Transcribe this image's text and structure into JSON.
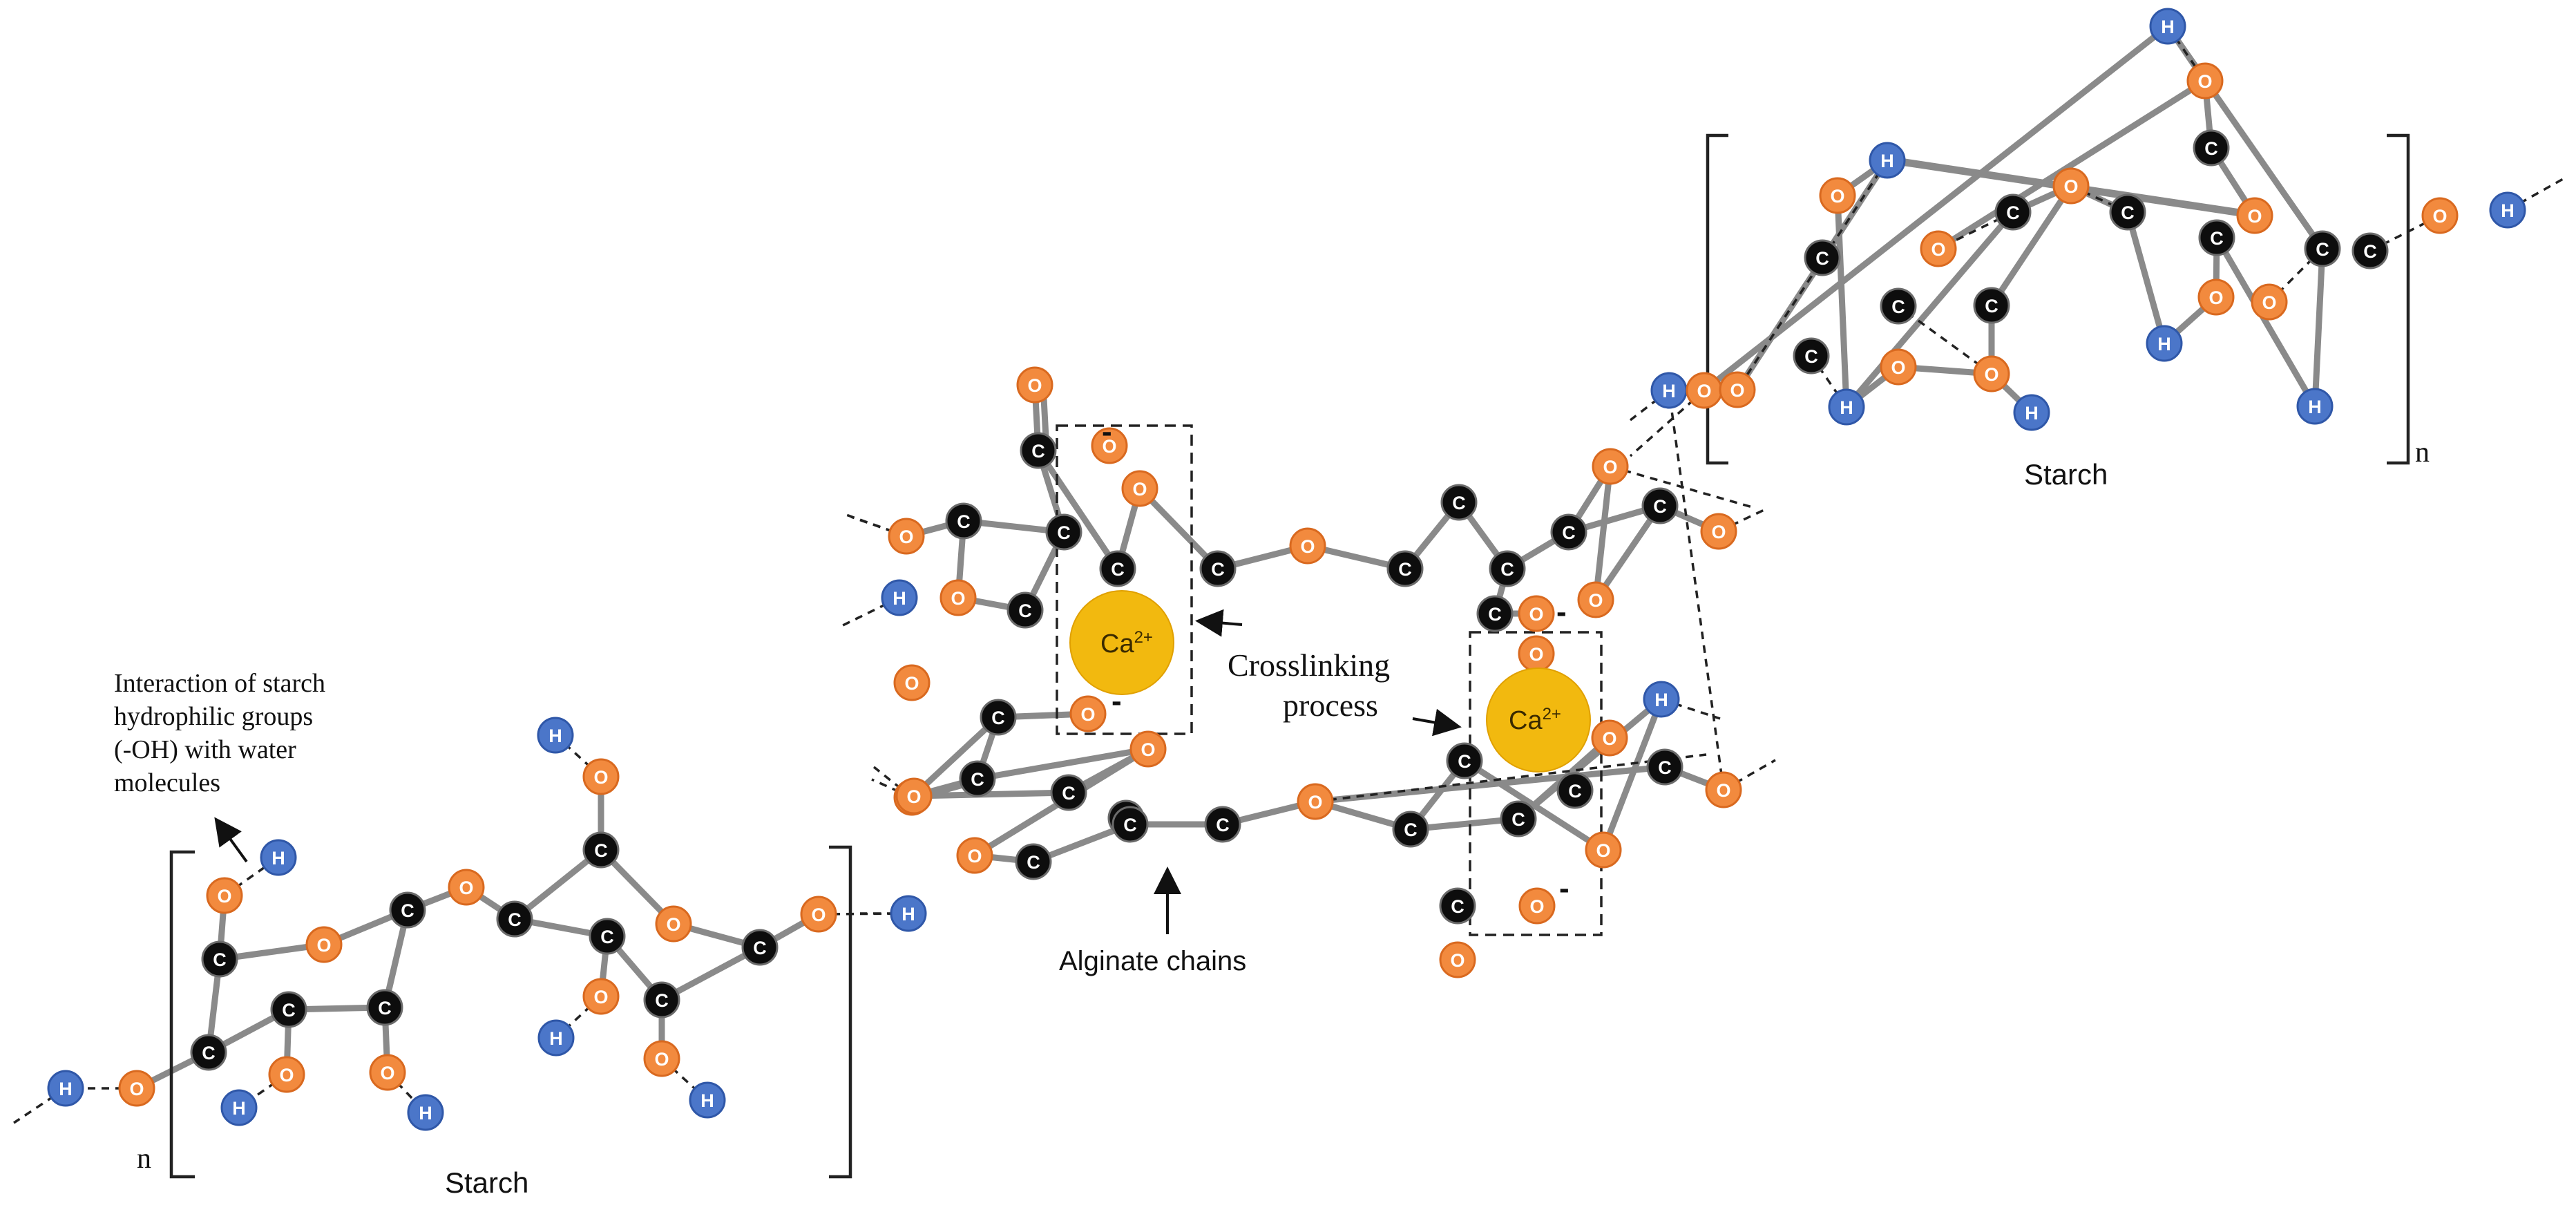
{
  "atom_styles": {
    "C": {
      "fill": "#0d0d0d",
      "stroke": "#6b6b6b"
    },
    "O": {
      "fill": "#f28a3e",
      "stroke": "#d9691f"
    },
    "H": {
      "fill": "#4b76c9",
      "stroke": "#2f57a8"
    }
  },
  "calcium": {
    "label": "Ca",
    "superscript": "2+",
    "color": "#f2b90f"
  },
  "labels": {
    "starch_left": "Starch",
    "starch_right": "Starch",
    "n_left": "n",
    "n_right": "n",
    "interaction_line1": "Interaction of starch",
    "interaction_line2": "hydrophilic groups",
    "interaction_line3": "(-OH) with water",
    "interaction_line4": "molecules",
    "crosslinking_line1": "Crosslinking",
    "crosslinking_line2": "process",
    "alginate": "Alginate chains",
    "charge": "-"
  }
}
